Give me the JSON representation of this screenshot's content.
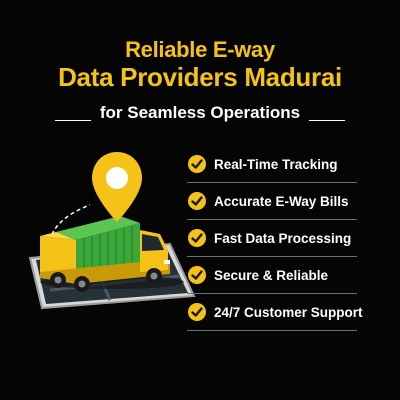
{
  "headline": {
    "line1": "Reliable E-way",
    "line2": "Data Providers Madurai",
    "subline": "for Seamless Operations"
  },
  "features": [
    {
      "label": "Real-Time Tracking"
    },
    {
      "label": "Accurate E-Way Bills"
    },
    {
      "label": "Fast Data Processing"
    },
    {
      "label": "Secure & Reliable"
    },
    {
      "label": "24/7 Customer Support"
    }
  ],
  "colors": {
    "accent": "#f5c217",
    "background": "#050505",
    "text": "#ffffff",
    "truck_container": "#3ba639"
  },
  "icons": {
    "feature": "check-icon",
    "illustration": [
      "smartphone-icon",
      "truck-icon",
      "location-pin-icon"
    ]
  }
}
